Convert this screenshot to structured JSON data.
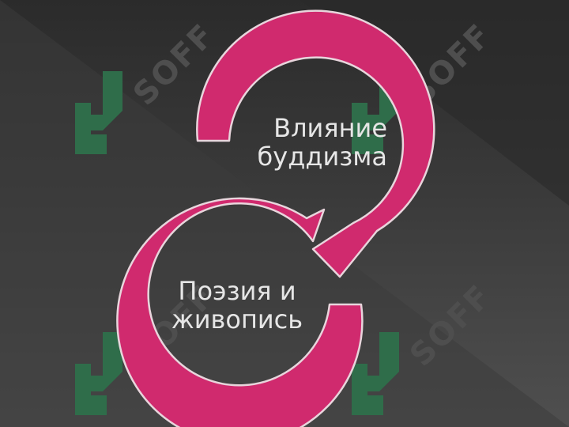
{
  "watermark": {
    "text": "SOFF",
    "icon": "soff-logo-icon",
    "logo_color": "#2f6d4a",
    "text_color": "#4e4e4e"
  },
  "colors": {
    "arrow_fill": "#d02a6e",
    "arrow_stroke": "#e8d5dc",
    "text": "#e6e6e6"
  },
  "cycle": {
    "top_label_line1": "Влияние",
    "top_label_line2": "буддизма",
    "bottom_label_line1": "Поэзия и",
    "bottom_label_line2": "живопись"
  }
}
